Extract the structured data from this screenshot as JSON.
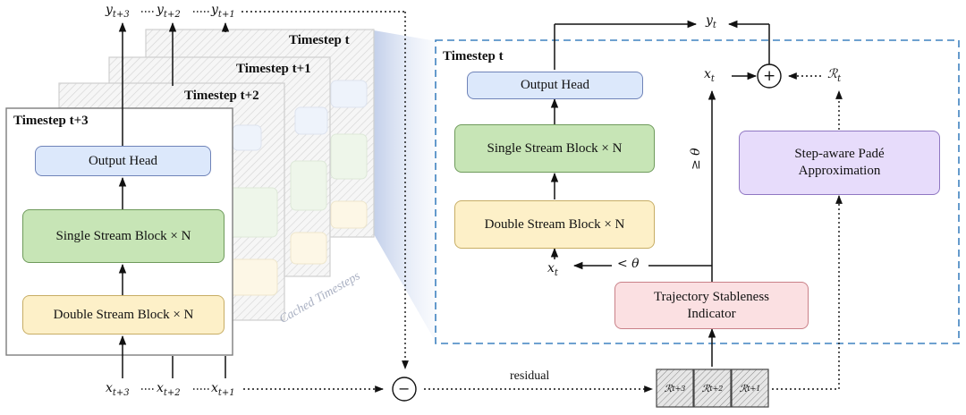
{
  "stack": {
    "back_titles": [
      "Timestep t",
      "Timestep t+1",
      "Timestep t+2"
    ],
    "front_title": "Timestep t+3",
    "output_head": "Output Head",
    "single_block": "Single Stream Block × N",
    "double_block": "Double Stream Block × N",
    "cached_label": "Cached Timesteps",
    "top_y": {
      "base": "y",
      "subs": [
        "t+3",
        "t+2",
        "t+1"
      ]
    },
    "bottom_x": {
      "base": "x",
      "subs": [
        "t+3",
        "t+2",
        "t+1"
      ]
    }
  },
  "detail": {
    "title": "Timestep t",
    "output_head": "Output Head",
    "single_block": "Single Stream Block × N",
    "double_block": "Double Stream Block × N",
    "indicator": "Trajectory Stableness Indicator",
    "pade": "Step-aware Padé Approximation",
    "plus": "+",
    "y_out": {
      "base": "y",
      "sub": "t"
    },
    "x_in": {
      "base": "x",
      "sub": "t"
    },
    "x_up": {
      "base": "x",
      "sub": "t"
    },
    "r_t": {
      "base": "ℛ",
      "sub": "t"
    },
    "theta_lt": "< θ",
    "theta_ge": "≥ θ"
  },
  "residual": {
    "label": "residual",
    "minus": "−",
    "cells": [
      {
        "base": "ℛ",
        "sub": "t+3"
      },
      {
        "base": "ℛ",
        "sub": "t+2"
      },
      {
        "base": "ℛ",
        "sub": "t+1"
      }
    ]
  }
}
